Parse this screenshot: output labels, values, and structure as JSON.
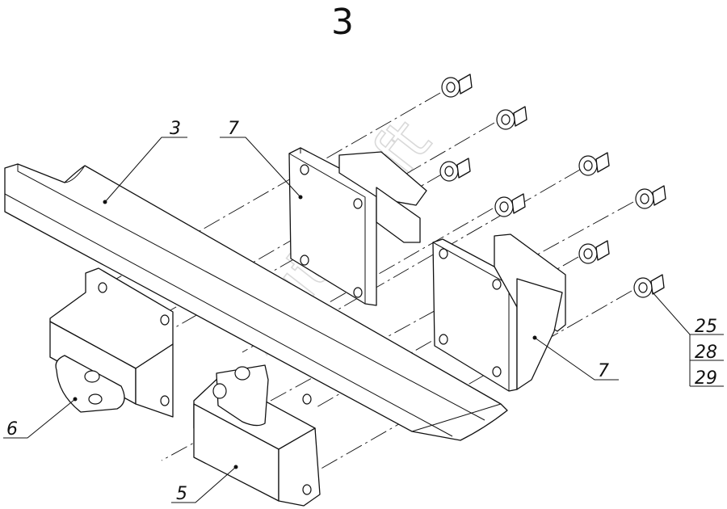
{
  "title": "3",
  "watermark": "AutoSoft",
  "callouts": {
    "part_3": "3",
    "part_7_top": "7",
    "part_7_right": "7",
    "part_6": "6",
    "part_5": "5",
    "part_25": "25",
    "part_28": "28",
    "part_29": "29"
  }
}
